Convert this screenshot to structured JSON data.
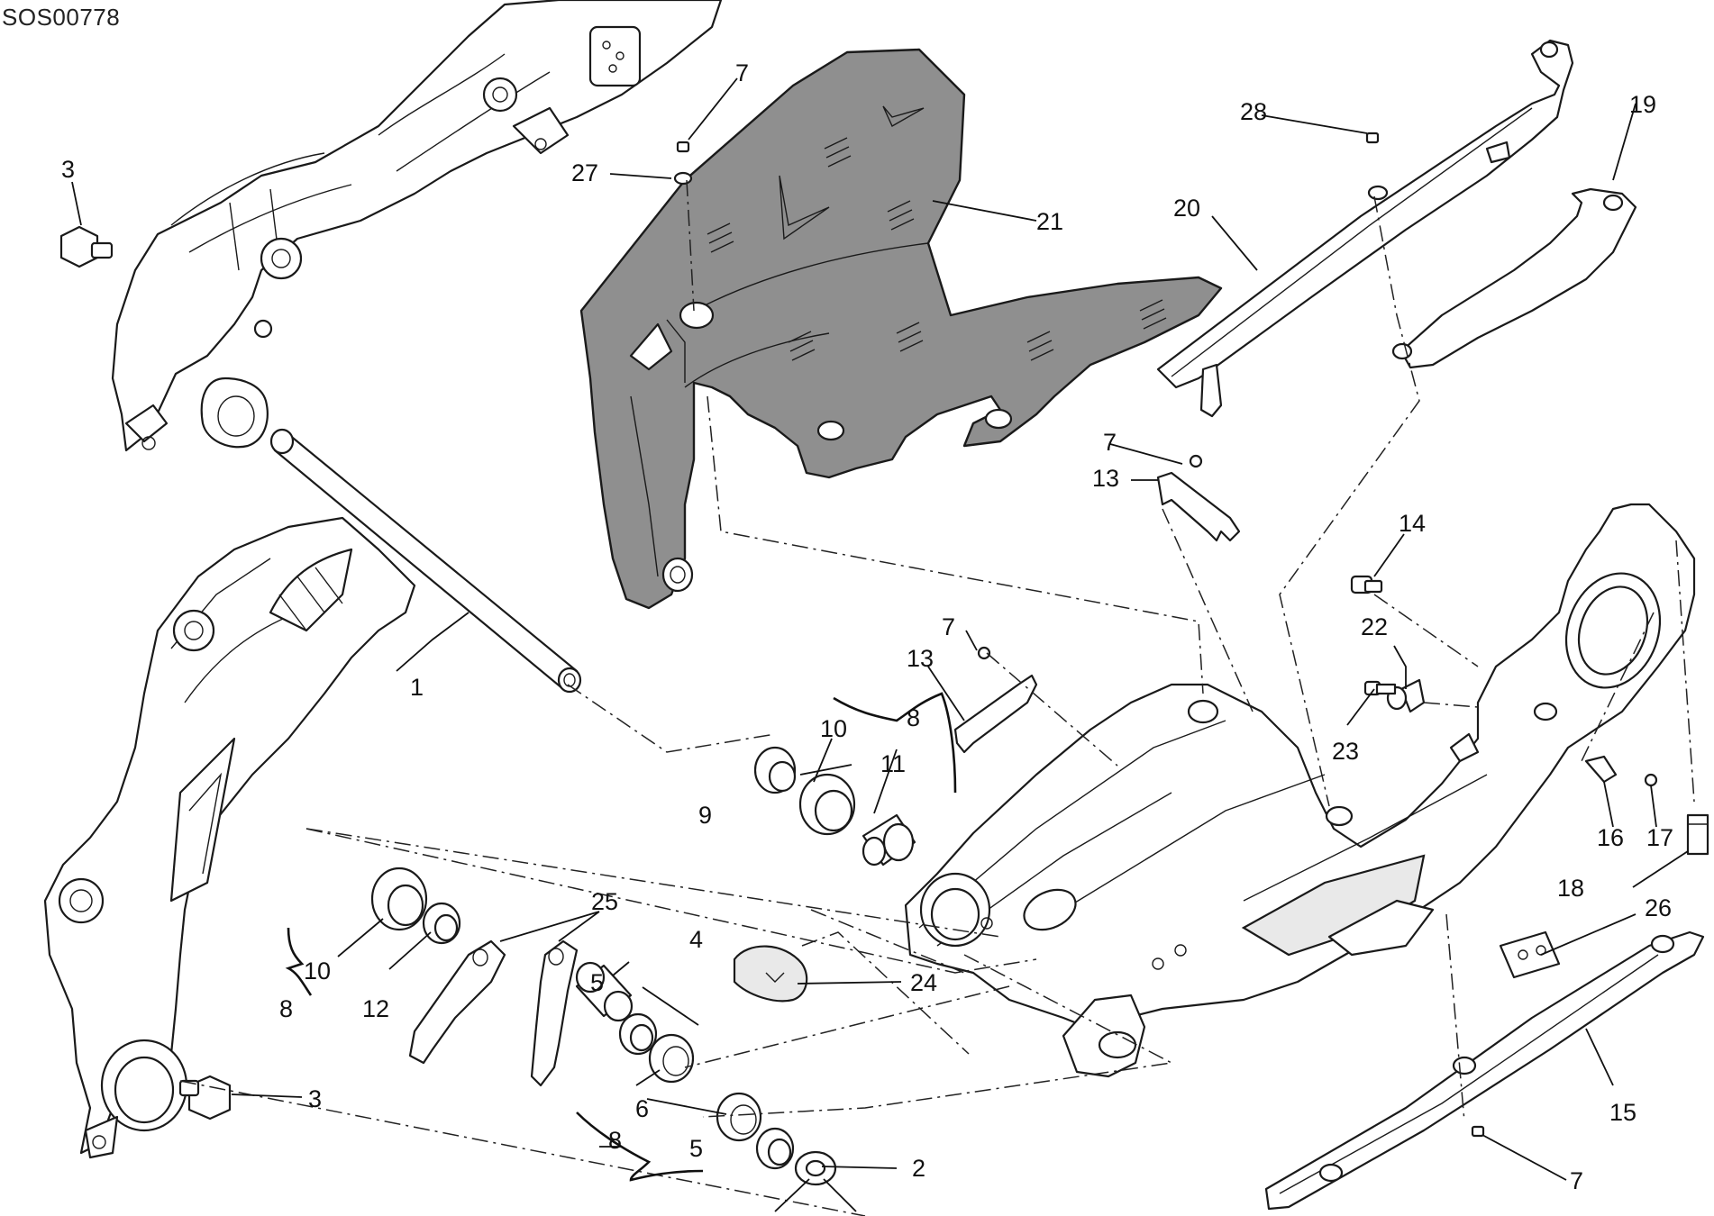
{
  "drawing_code": "SOS00778",
  "callouts": [
    {
      "id": "c1",
      "text": "1"
    },
    {
      "id": "c2",
      "text": "2"
    },
    {
      "id": "c3a",
      "text": "3"
    },
    {
      "id": "c3b",
      "text": "3"
    },
    {
      "id": "c4",
      "text": "4"
    },
    {
      "id": "c5a",
      "text": "5"
    },
    {
      "id": "c5b",
      "text": "5"
    },
    {
      "id": "c6",
      "text": "6"
    },
    {
      "id": "c7a",
      "text": "7"
    },
    {
      "id": "c7b",
      "text": "7"
    },
    {
      "id": "c7c",
      "text": "7"
    },
    {
      "id": "c7d",
      "text": "7"
    },
    {
      "id": "c8a",
      "text": "8"
    },
    {
      "id": "c8b",
      "text": "8"
    },
    {
      "id": "c8c",
      "text": "8"
    },
    {
      "id": "c9",
      "text": "9"
    },
    {
      "id": "c10a",
      "text": "10"
    },
    {
      "id": "c10b",
      "text": "10"
    },
    {
      "id": "c11",
      "text": "11"
    },
    {
      "id": "c12",
      "text": "12"
    },
    {
      "id": "c13a",
      "text": "13"
    },
    {
      "id": "c13b",
      "text": "13"
    },
    {
      "id": "c14",
      "text": "14"
    },
    {
      "id": "c15",
      "text": "15"
    },
    {
      "id": "c16",
      "text": "16"
    },
    {
      "id": "c17",
      "text": "17"
    },
    {
      "id": "c18",
      "text": "18"
    },
    {
      "id": "c19",
      "text": "19"
    },
    {
      "id": "c20",
      "text": "20"
    },
    {
      "id": "c21",
      "text": "21"
    },
    {
      "id": "c22",
      "text": "22"
    },
    {
      "id": "c23",
      "text": "23"
    },
    {
      "id": "c24",
      "text": "24"
    },
    {
      "id": "c25",
      "text": "25"
    },
    {
      "id": "c26",
      "text": "26"
    },
    {
      "id": "c27",
      "text": "27"
    },
    {
      "id": "c28",
      "text": "28"
    }
  ]
}
